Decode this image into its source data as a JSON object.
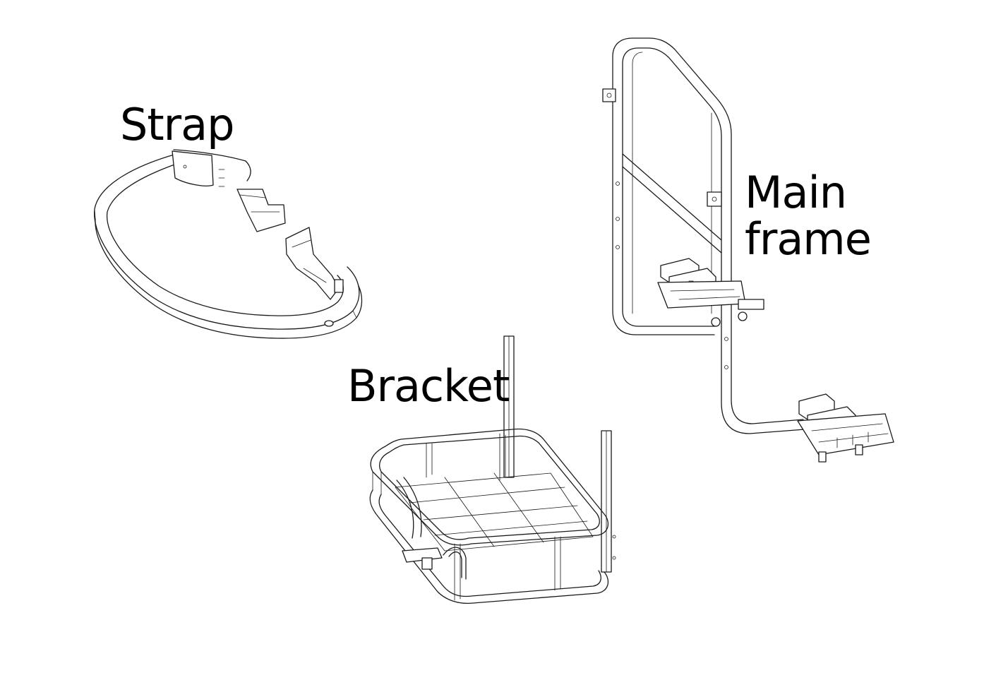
{
  "labels": {
    "strap": "Strap",
    "bracket": "Bracket",
    "main_frame_line1": "Main",
    "main_frame_line2": "frame"
  },
  "colors": {
    "ink": "#1a1a1a",
    "background": "#ffffff"
  }
}
